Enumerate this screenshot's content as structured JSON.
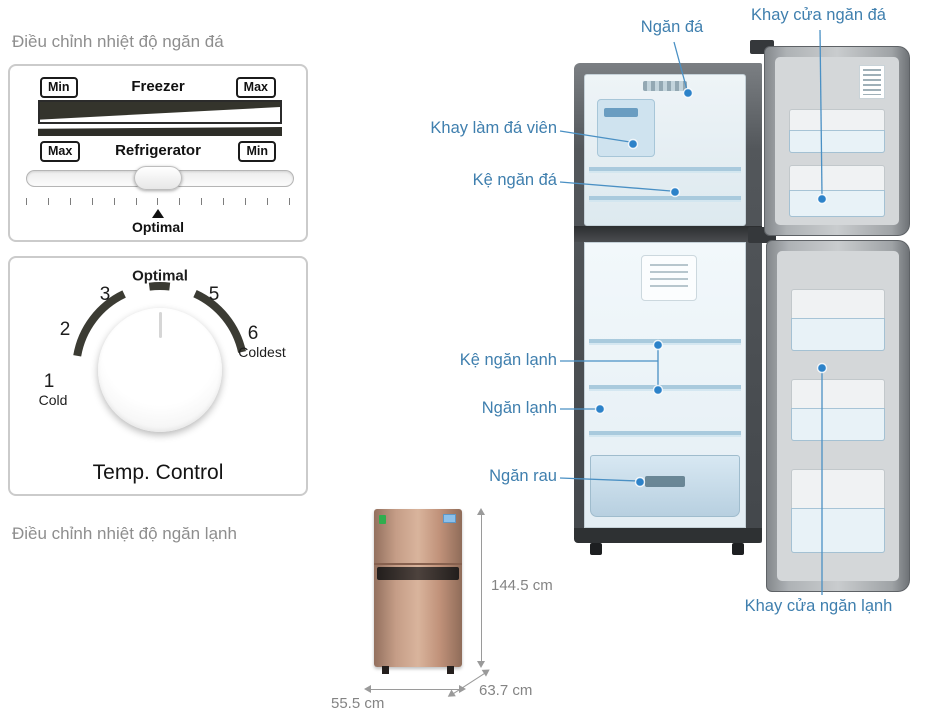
{
  "titles": {
    "freezer_adjust": "Điều chỉnh nhiệt độ ngăn đá",
    "fridge_adjust": "Điều chỉnh nhiệt độ ngăn lạnh"
  },
  "slider_panel": {
    "min_top": "Min",
    "max_top": "Max",
    "freezer": "Freezer",
    "max_bottom": "Max",
    "min_bottom": "Min",
    "refrigerator": "Refrigerator",
    "optimal": "Optimal"
  },
  "dial_panel": {
    "optimal": "Optimal",
    "n1": "1",
    "n2": "2",
    "n3": "3",
    "n5": "5",
    "n6": "6",
    "cold": "Cold",
    "coldest": "Coldest",
    "title": "Temp. Control"
  },
  "callouts": {
    "ngan_da": "Ngăn đá",
    "khay_cua_ngan_da": "Khay cửa ngăn đá",
    "khay_lam_da_vien": "Khay làm đá viên",
    "ke_ngan_da": "Kệ ngăn đá",
    "ke_ngan_lanh": "Kệ ngăn lạnh",
    "ngan_lanh": "Ngăn lạnh",
    "ngan_rau": "Ngăn rau",
    "khay_cua_ngan_lanh": "Khay cửa ngăn lạnh"
  },
  "dimensions": {
    "height": "144.5 cm",
    "width": "55.5 cm",
    "depth": "63.7 cm"
  },
  "colors": {
    "callout_blue": "#3f7fae",
    "dot_blue": "#2c82c9",
    "title_gray": "#8e8e8e",
    "control_dark": "#34342c"
  }
}
